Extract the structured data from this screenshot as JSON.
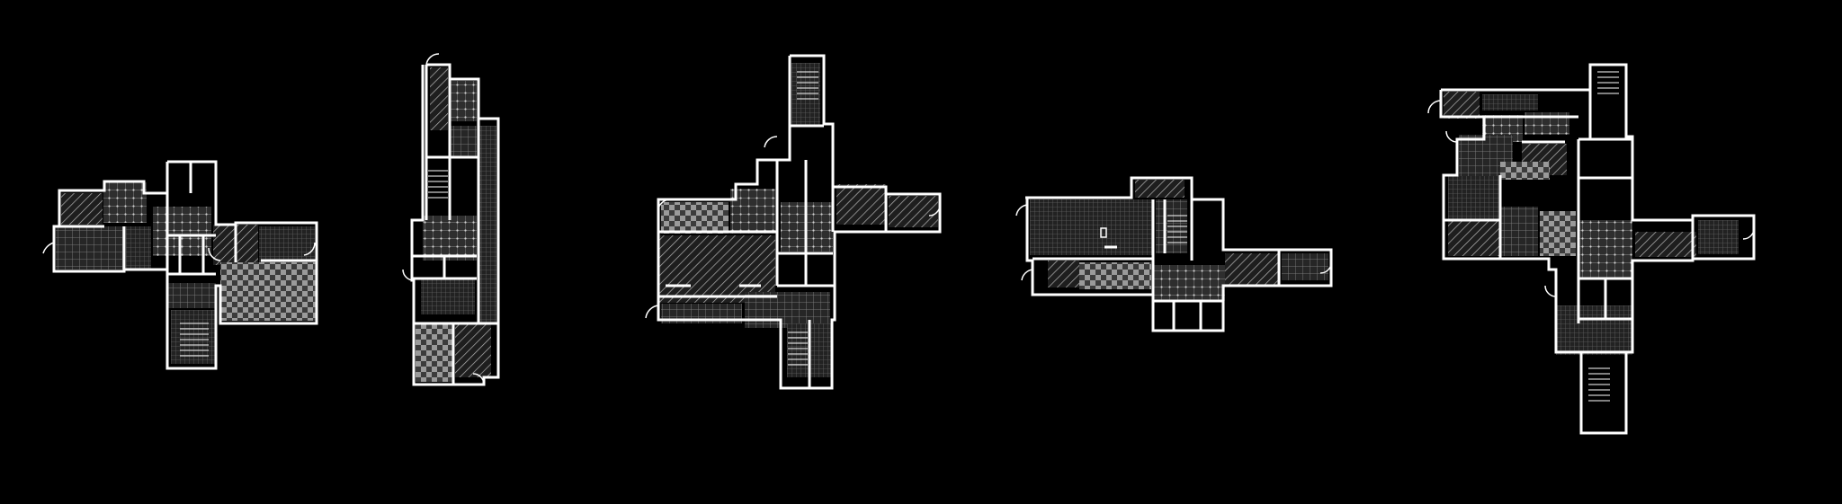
{
  "colors": {
    "background": "#000000",
    "wall": "#ffffff",
    "fill_dark": "#2a2a2a",
    "fill_mid": "#3a3a3a",
    "hatch": "#bfbfbf",
    "checker_light": "#9a9a9a",
    "checker_dark": "#404040"
  },
  "plans": [
    {
      "id": "plan-1",
      "pattern_set": [
        "grid",
        "checker",
        "diag",
        "dots"
      ]
    },
    {
      "id": "plan-2",
      "pattern_set": [
        "diag",
        "grid",
        "checker",
        "dots"
      ]
    },
    {
      "id": "plan-3",
      "pattern_set": [
        "diag",
        "checker",
        "grid",
        "dots"
      ]
    },
    {
      "id": "plan-4",
      "pattern_set": [
        "grid",
        "diag",
        "checker",
        "dots"
      ]
    },
    {
      "id": "plan-5",
      "pattern_set": [
        "grid",
        "checker",
        "diag",
        "dots"
      ]
    }
  ]
}
